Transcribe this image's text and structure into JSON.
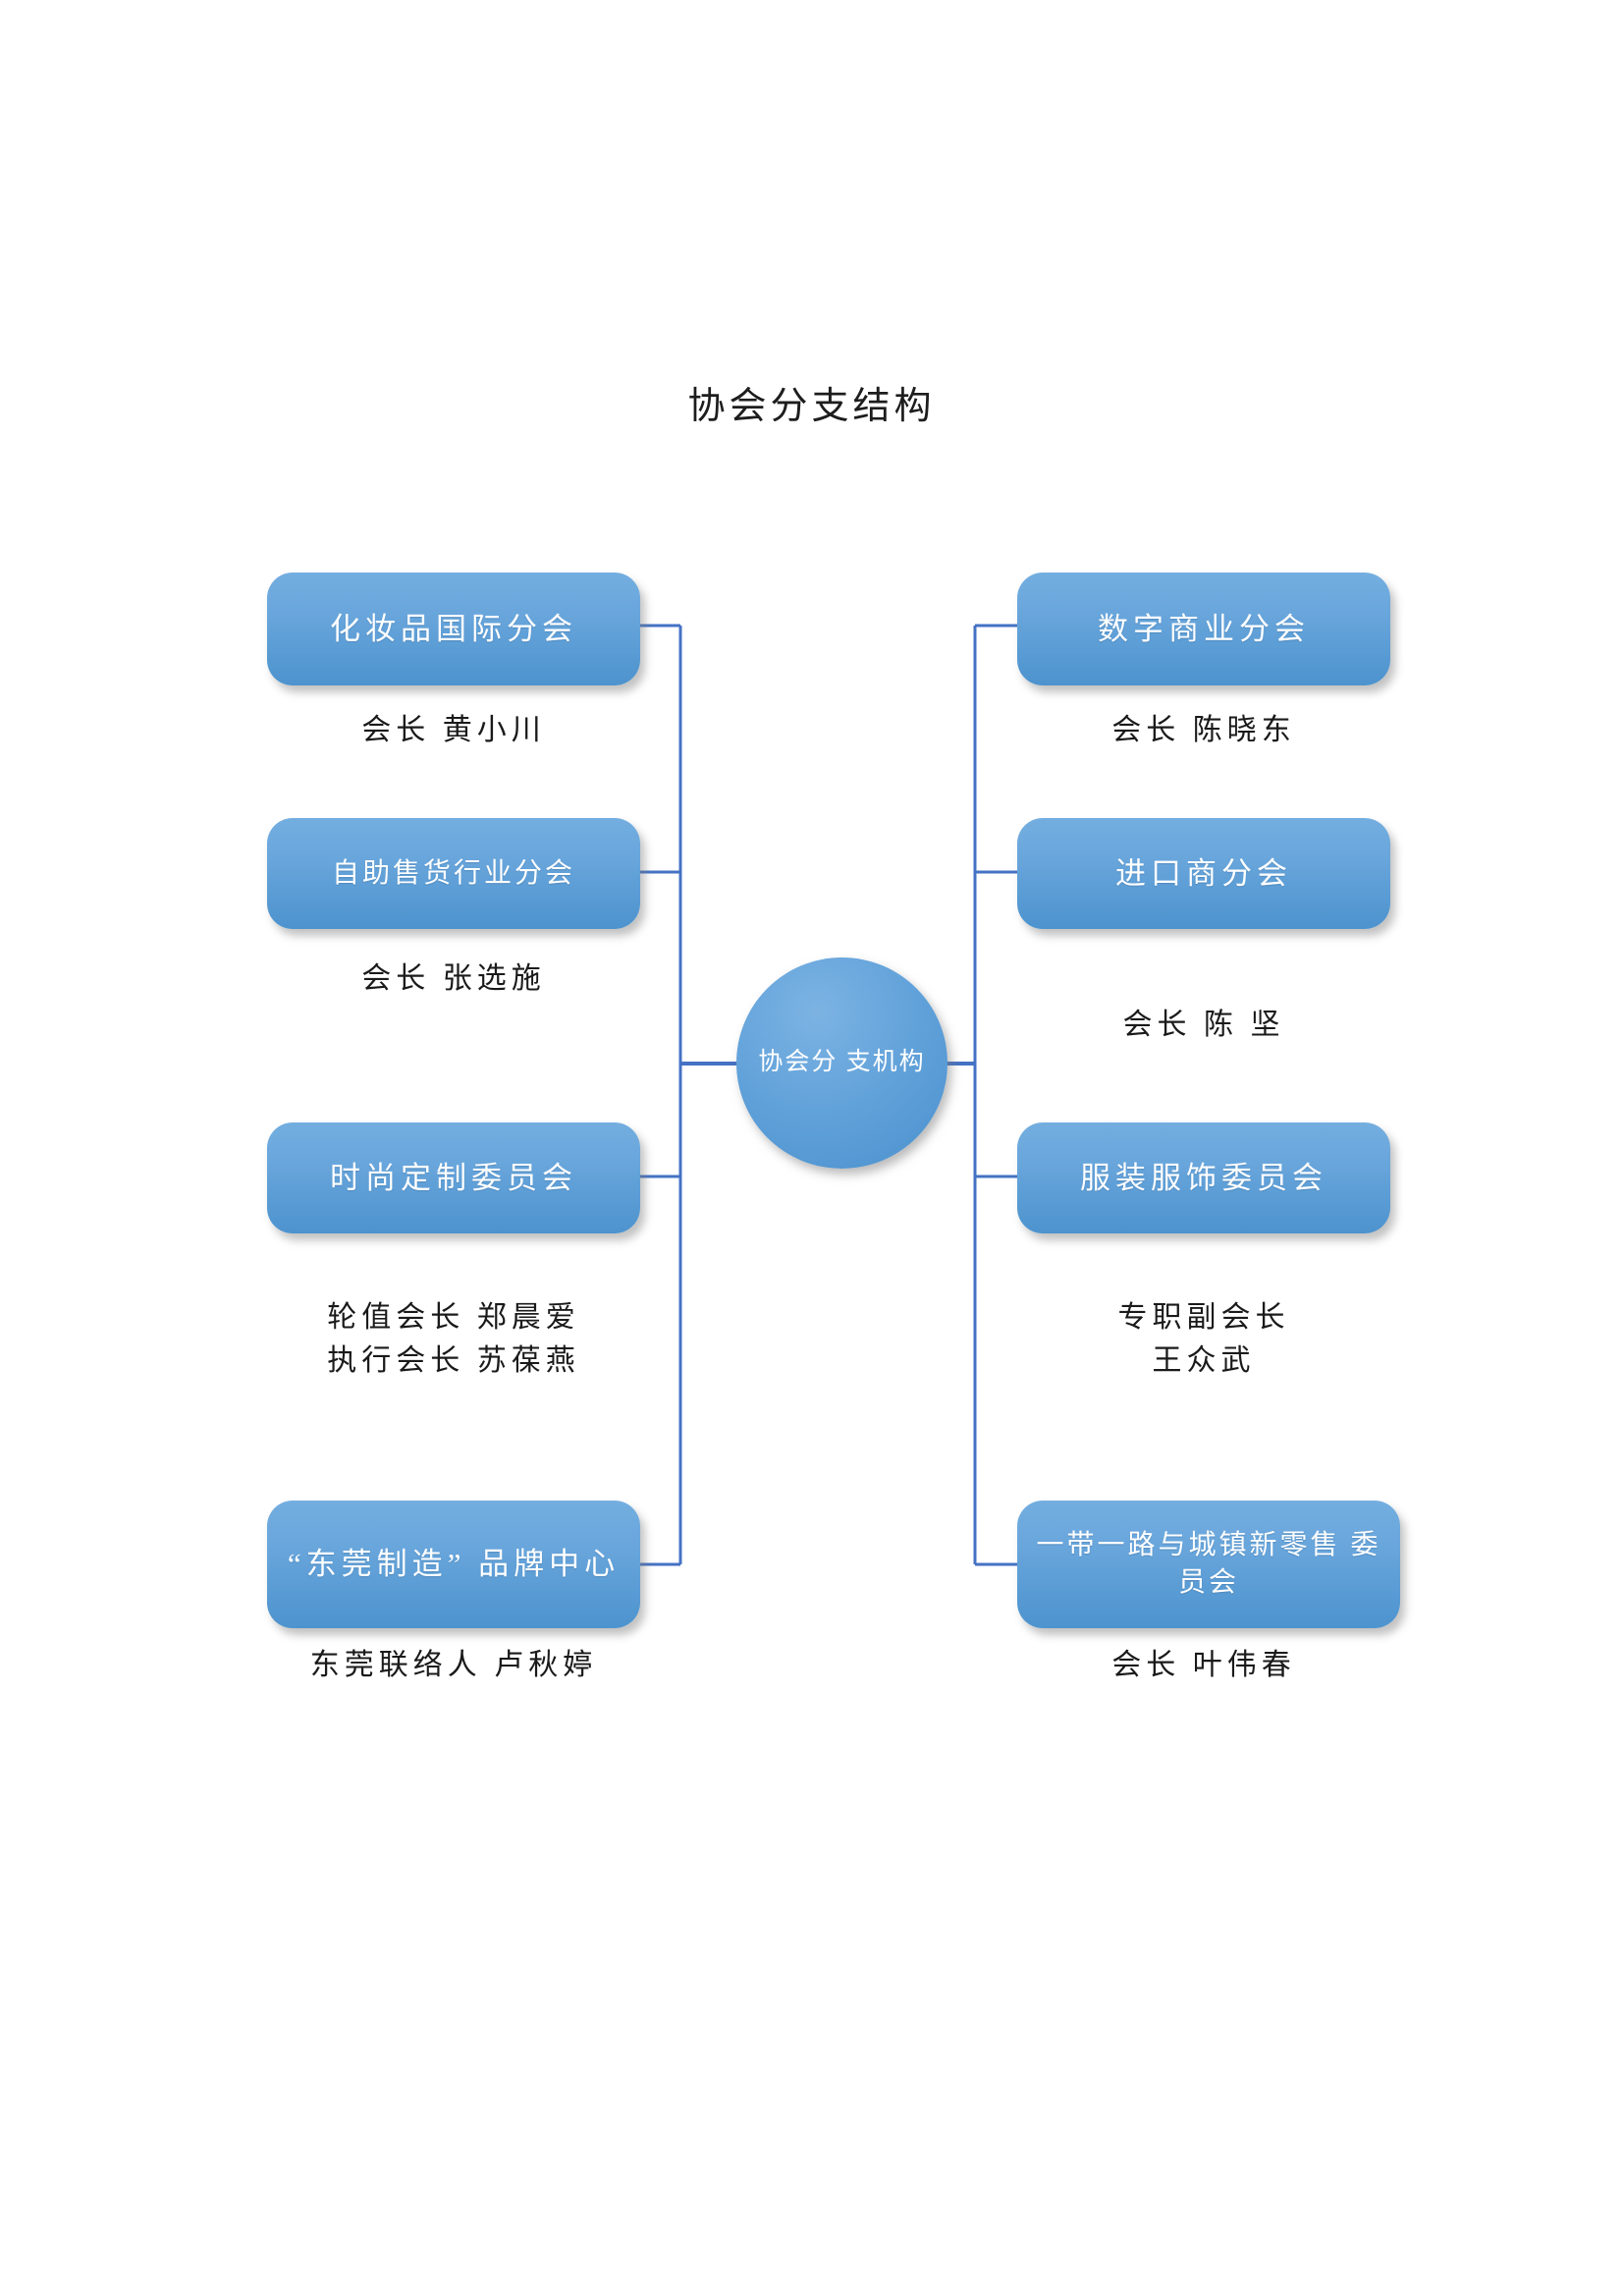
{
  "document": {
    "title": "协会分支结构",
    "background_color": "#ffffff"
  },
  "diagram": {
    "type": "organizational-chart",
    "hub": {
      "label": "协会分\n支机构",
      "line1": "协会分",
      "line2": "支机构",
      "color": "#4a90cd"
    },
    "node_color_top": "#74aee0",
    "node_color_bottom": "#4d93ce",
    "connector_color": "#4472c4",
    "left_branches": [
      {
        "title": "化妆品国际分会",
        "caption": "会长  黄小川"
      },
      {
        "title": "自助售货行业分会",
        "caption": "会长  张选施"
      },
      {
        "title": "时尚定制委员会",
        "caption": "轮值会长  郑晨爱\n执行会长  苏葆燕"
      },
      {
        "title": "“东莞制造”\n品牌中心",
        "caption": "东莞联络人  卢秋婷"
      }
    ],
    "right_branches": [
      {
        "title": "数字商业分会",
        "caption": "会长  陈晓东"
      },
      {
        "title": "进口商分会",
        "caption": "会长  陈  坚"
      },
      {
        "title": "服装服饰委员会",
        "caption": "专职副会长\n王众武"
      },
      {
        "title": "一带一路与城镇新零售\n委员会",
        "caption": "会长  叶伟春"
      }
    ]
  }
}
